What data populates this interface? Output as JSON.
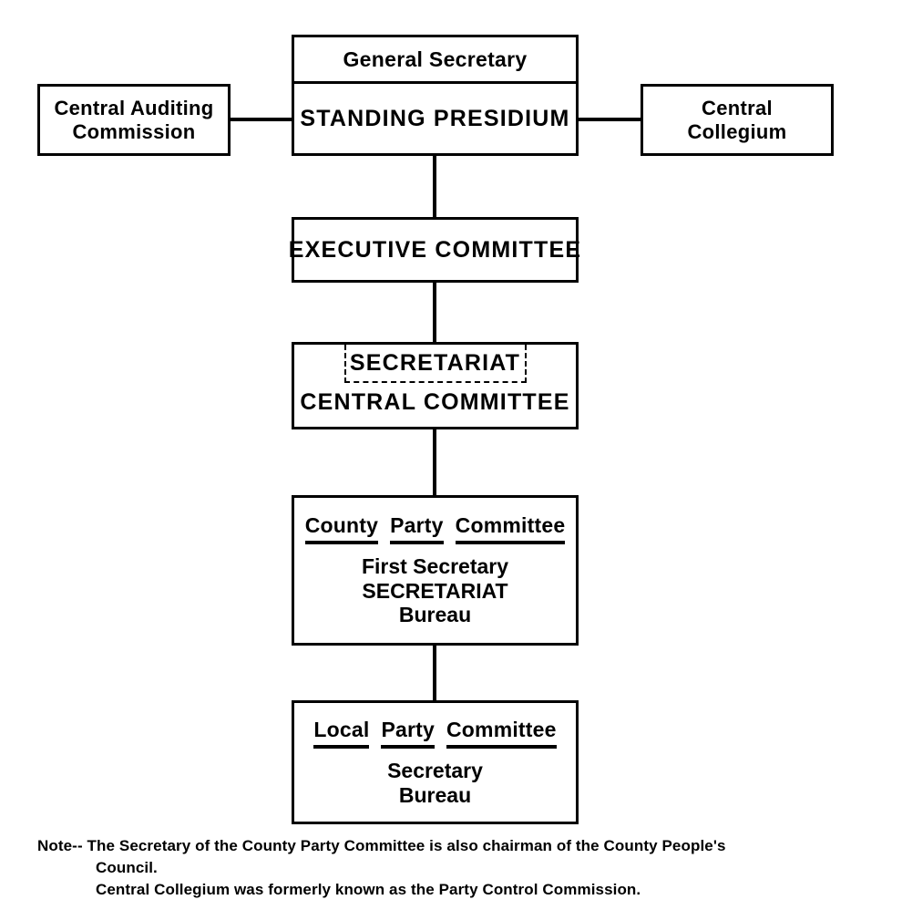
{
  "diagram": {
    "title": "Party Organization Chart",
    "colors": {
      "background": "#ffffff",
      "line": "#000000",
      "text": "#000000"
    },
    "boxes": {
      "presidium": {
        "top_label": "General Secretary",
        "bottom_label": "STANDING PRESIDIUM"
      },
      "auditing": {
        "line1": "Central Auditing",
        "line2": "Commission"
      },
      "collegium": {
        "line1": "Central",
        "line2": "Collegium"
      },
      "executive": {
        "label": "EXECUTIVE  COMMITTEE"
      },
      "central_committee": {
        "secretariat_label": "SECRETARIAT",
        "label": "CENTRAL COMMITTEE"
      },
      "county": {
        "heading_words": [
          "County",
          "Party",
          "Committee"
        ],
        "line1": "First Secretary",
        "line2": "SECRETARIAT",
        "line3": "Bureau"
      },
      "local": {
        "heading_words": [
          "Local",
          "Party",
          "Committee"
        ],
        "line1": "Secretary",
        "line2": "Bureau"
      }
    },
    "note": {
      "label": "Note--",
      "line1": "The Secretary of the County Party Committee is also chairman of the County People's",
      "line2": "Council.",
      "line3": "Central Collegium was formerly known as the Party Control Commission."
    }
  }
}
